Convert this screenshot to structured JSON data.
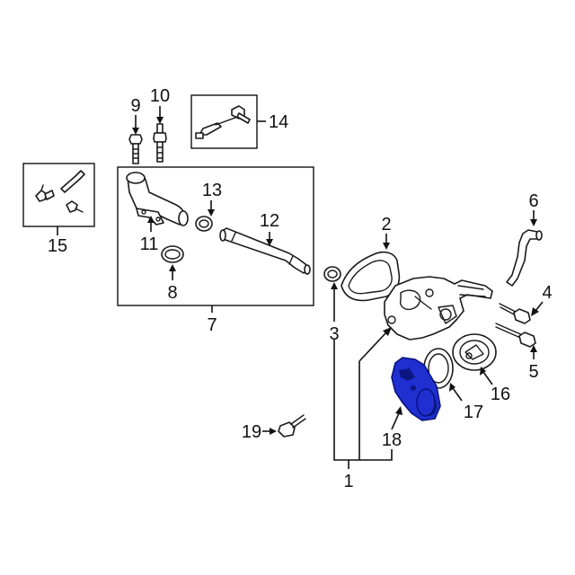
{
  "callouts": {
    "c1": "1",
    "c2": "2",
    "c3": "3",
    "c4": "4",
    "c5": "5",
    "c6": "6",
    "c7": "7",
    "c8": "8",
    "c9": "9",
    "c10": "10",
    "c11": "11",
    "c12": "12",
    "c13": "13",
    "c14": "14",
    "c15": "15",
    "c16": "16",
    "c17": "17",
    "c18": "18",
    "c19": "19"
  },
  "colors": {
    "highlight": "#1f2fd0",
    "line": "#1a1a1a"
  }
}
